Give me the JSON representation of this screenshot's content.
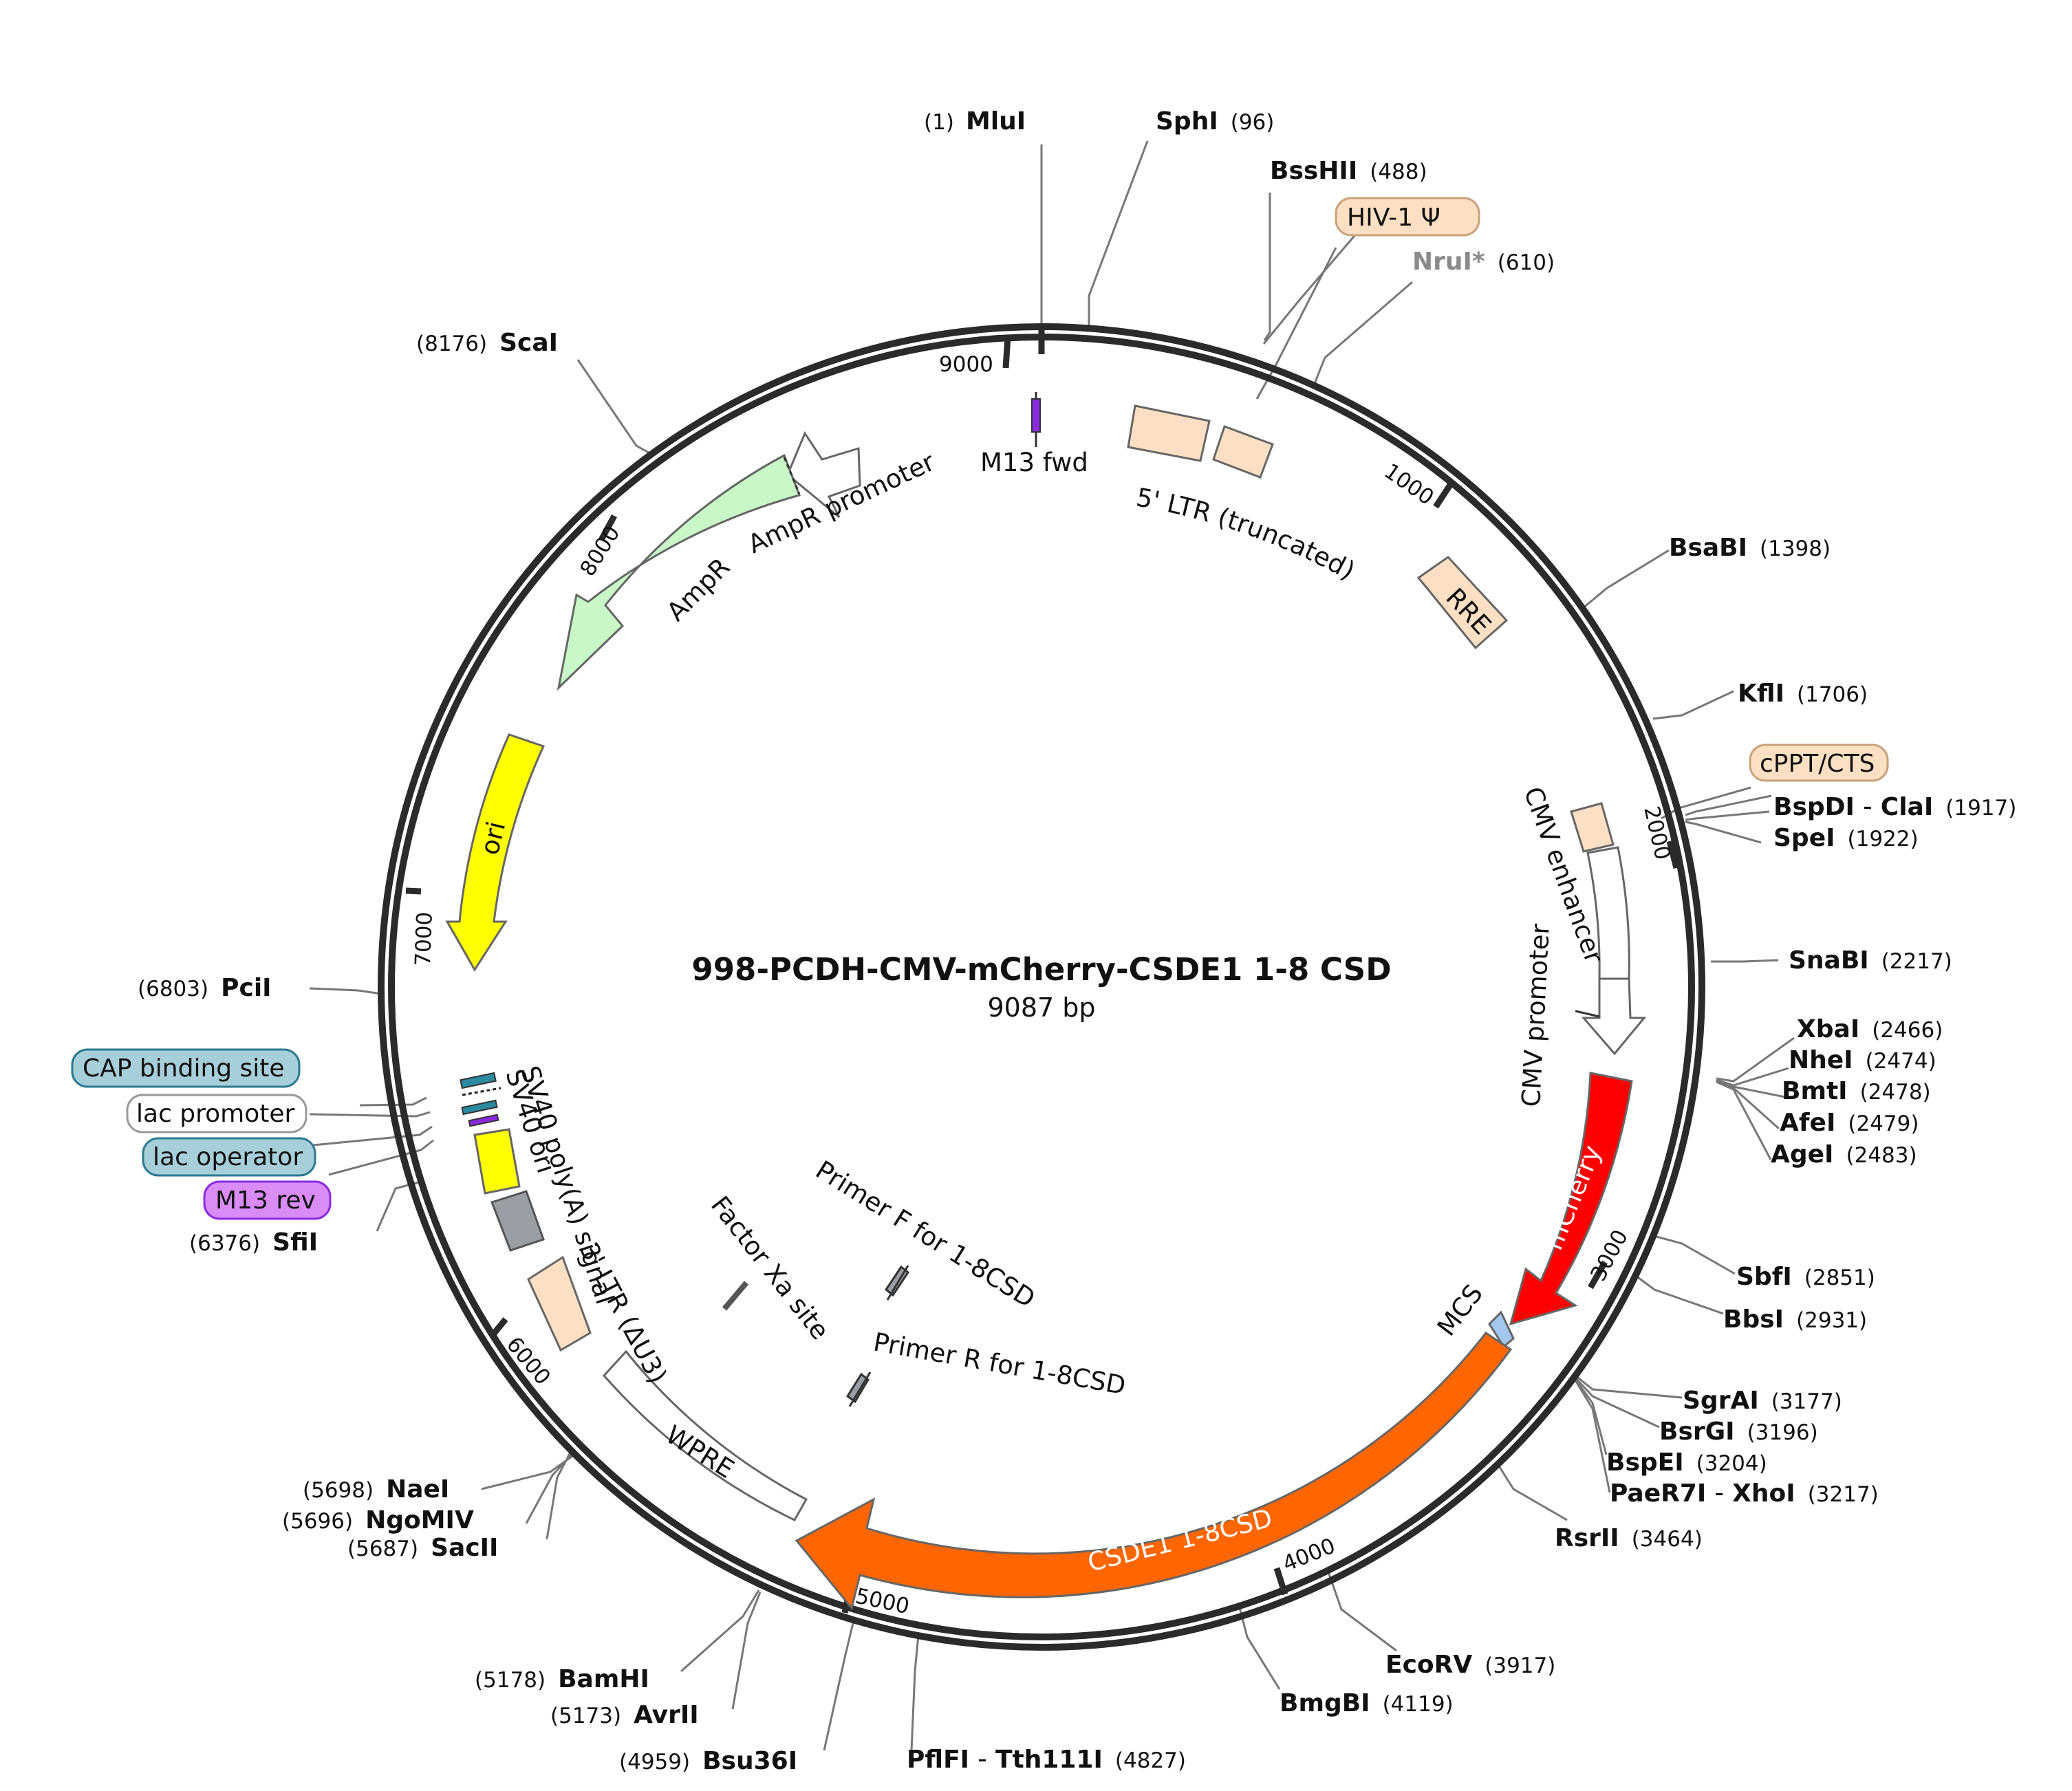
{
  "title": "998-PCDH-CMV-mCherry-CSDE1 1-8 CSD",
  "length_label": "9087 bp",
  "ticks": [
    "9000",
    "1000",
    "2000",
    "3000",
    "4000",
    "5000",
    "6000",
    "7000",
    "8000"
  ],
  "features": {
    "m13_fwd": "M13 fwd",
    "ltr5": "5' LTR (truncated)",
    "rre": "RRE",
    "ampr_promoter": "AmpR promoter",
    "ampr": "AmpR",
    "ori": "ori",
    "cmv_enhancer": "CMV enhancer",
    "cmv_promoter": "CMV promoter",
    "mcherry": "mCherry",
    "mcs": "MCS",
    "csde1": "CSDE1 1-8CSD",
    "wpre": "WPRE",
    "ltr3": "3' LTR (ΔU3)",
    "sv40_polya": "SV40 poly(A) signal",
    "sv40_ori": "SV40 ori",
    "primer_f": "Primer F for 1-8CSD",
    "primer_r": "Primer R  for 1-8CSD",
    "factor_xa": "Factor Xa site"
  },
  "pills": {
    "hiv": "HIV-1 Ψ",
    "cppt": "cPPT/CTS",
    "cap": "CAP binding site",
    "lacp": "lac promoter",
    "laco": "lac operator",
    "m13rev": "M13 rev"
  },
  "sites": {
    "mlui": {
      "pos": "(1)",
      "name": "MluI"
    },
    "sphi": {
      "name": "SphI",
      "pos": "(96)"
    },
    "bsshii": {
      "name": "BssHII",
      "pos": "(488)"
    },
    "nrui": {
      "name": "NruI*",
      "pos": "(610)"
    },
    "bsabi": {
      "name": "BsaBI",
      "pos": "(1398)"
    },
    "kfli": {
      "name": "KflI",
      "pos": "(1706)"
    },
    "bspdi": {
      "name": "BspDI",
      "sep": " - ",
      "name2": "ClaI",
      "pos": "(1917)"
    },
    "spei": {
      "name": "SpeI",
      "pos": "(1922)"
    },
    "snabi": {
      "name": "SnaBI",
      "pos": "(2217)"
    },
    "xbai": {
      "name": "XbaI",
      "pos": "(2466)"
    },
    "nhei": {
      "name": "NheI",
      "pos": "(2474)"
    },
    "bmti": {
      "name": "BmtI",
      "pos": "(2478)"
    },
    "afei": {
      "name": "AfeI",
      "pos": "(2479)"
    },
    "agei": {
      "name": "AgeI",
      "pos": "(2483)"
    },
    "sbfi": {
      "name": "SbfI",
      "pos": "(2851)"
    },
    "bbsi": {
      "name": "BbsI",
      "pos": "(2931)"
    },
    "sgrai": {
      "name": "SgrAI",
      "pos": "(3177)"
    },
    "bsrgi": {
      "name": "BsrGI",
      "pos": "(3196)"
    },
    "bspei": {
      "name": "BspEI",
      "pos": "(3204)"
    },
    "paer7i": {
      "name": "PaeR7I",
      "sep": " - ",
      "name2": "XhoI",
      "pos": "(3217)"
    },
    "rsrii": {
      "name": "RsrII",
      "pos": "(3464)"
    },
    "ecorv": {
      "name": "EcoRV",
      "pos": "(3917)"
    },
    "bmgbi": {
      "name": "BmgBI",
      "pos": "(4119)"
    },
    "pflfi": {
      "name": "PflFI",
      "sep": " - ",
      "name2": "Tth111I",
      "pos": "(4827)"
    },
    "bsu36i": {
      "pos": "(4959)",
      "name": "Bsu36I"
    },
    "avrii": {
      "pos": "(5173)",
      "name": "AvrII"
    },
    "bamhi": {
      "pos": "(5178)",
      "name": "BamHI"
    },
    "sacii": {
      "pos": "(5687)",
      "name": "SacII"
    },
    "ngomiv": {
      "pos": "(5696)",
      "name": "NgoMIV"
    },
    "naei": {
      "pos": "(5698)",
      "name": "NaeI"
    },
    "sfii": {
      "pos": "(6376)",
      "name": "SfiI"
    },
    "pcii": {
      "pos": "(6803)",
      "name": "PciI"
    },
    "scai": {
      "pos": "(8176)",
      "name": "ScaI"
    }
  },
  "colors": {
    "backbone": "#2b2b2b",
    "ltr": "#fde0c4",
    "ampr": "#c8f7c8",
    "ori": "#ffff00",
    "mcherry": "#ff0000",
    "csde1": "#ff6600",
    "mcs": "#a3c8ef",
    "cap": "#a7cfd9",
    "m13rev": "#d98cf5",
    "m13fwd": "#8a2be2",
    "grey": "#9a9fa5"
  }
}
